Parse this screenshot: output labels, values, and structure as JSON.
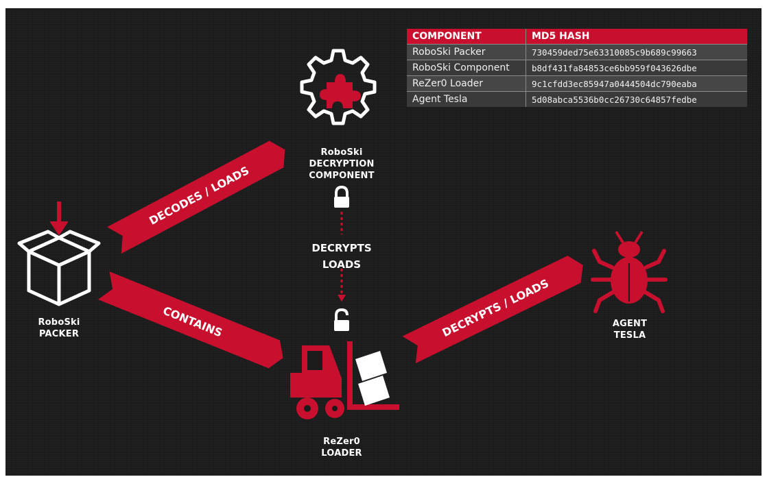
{
  "table": {
    "header": {
      "component": "COMPONENT",
      "hash": "MD5 HASH"
    },
    "rows": [
      {
        "component": "RoboSki Packer",
        "hash": "730459ded75e63310085c9b689c99663"
      },
      {
        "component": "RoboSki Component",
        "hash": "b8df431fa84853ce6bb959f043626dbe"
      },
      {
        "component": "ReZer0 Loader",
        "hash": "9c1cfdd3ec85947a0444504dc790eaba"
      },
      {
        "component": "Agent Tesla",
        "hash": "5d08abca5536b0cc26730c64857fedbe"
      }
    ]
  },
  "nodes": {
    "packer": [
      "RoboSki",
      "PACKER"
    ],
    "component": [
      "RoboSki",
      "DECRYPTION",
      "COMPONENT"
    ],
    "loader": [
      "ReZer0",
      "LOADER"
    ],
    "tesla": [
      "AGENT",
      "TESLA"
    ]
  },
  "arrows": {
    "decodes": "DECODES / LOADS",
    "contains": "CONTAINS",
    "decrypts_loads": "DECRYPTS / LOADS",
    "vertical": [
      "DECRYPTS",
      "LOADS"
    ]
  },
  "colors": {
    "accent": "#c8102e",
    "background": "#1b1b1b",
    "icon": "#ffffff"
  },
  "icons": [
    "box-icon",
    "gear-puzzle-icon",
    "padlock-icon",
    "forklift-icon",
    "bug-icon"
  ]
}
